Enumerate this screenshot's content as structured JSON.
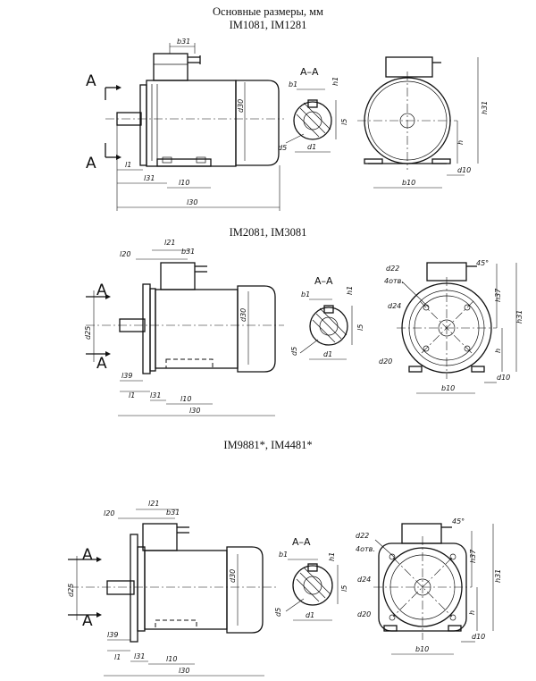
{
  "header": {
    "title": "Основные размеры, мм",
    "subtitle": "IM1081, IM1281"
  },
  "views": [
    {
      "heading": "",
      "section_label": "А–А",
      "view_marks": [
        "А",
        "А"
      ],
      "side_dims": [
        "b31",
        "l30",
        "l31",
        "l1",
        "l10",
        "d30"
      ],
      "section_dims": [
        "b1",
        "h1",
        "l5",
        "d1",
        "d5"
      ],
      "front_dims": [
        "h31",
        "h",
        "b10",
        "d10"
      ]
    },
    {
      "heading": "IM2081, IM3081",
      "section_label": "А–А",
      "view_marks": [
        "А",
        "А"
      ],
      "side_dims": [
        "l21",
        "b31",
        "l20",
        "d25",
        "d30",
        "l39",
        "l1",
        "l31",
        "l10",
        "l30"
      ],
      "section_dims": [
        "b1",
        "h1",
        "l5",
        "d1",
        "d5"
      ],
      "front_dims": [
        "45°",
        "d22",
        "4отв.",
        "d24",
        "d20",
        "h37",
        "h31",
        "h",
        "b10",
        "d10"
      ]
    },
    {
      "heading": "IM9881*, IM4481*",
      "section_label": "А–А",
      "view_marks": [
        "А",
        "А"
      ],
      "side_dims": [
        "l21",
        "b31",
        "l20",
        "d25",
        "d30",
        "l39",
        "l1",
        "l31",
        "l10",
        "l30"
      ],
      "section_dims": [
        "b1",
        "h1",
        "l5",
        "d1",
        "d5"
      ],
      "front_dims": [
        "45°",
        "d22",
        "4отв.",
        "d24",
        "d20",
        "h37",
        "h31",
        "h",
        "b10",
        "d10"
      ]
    }
  ]
}
